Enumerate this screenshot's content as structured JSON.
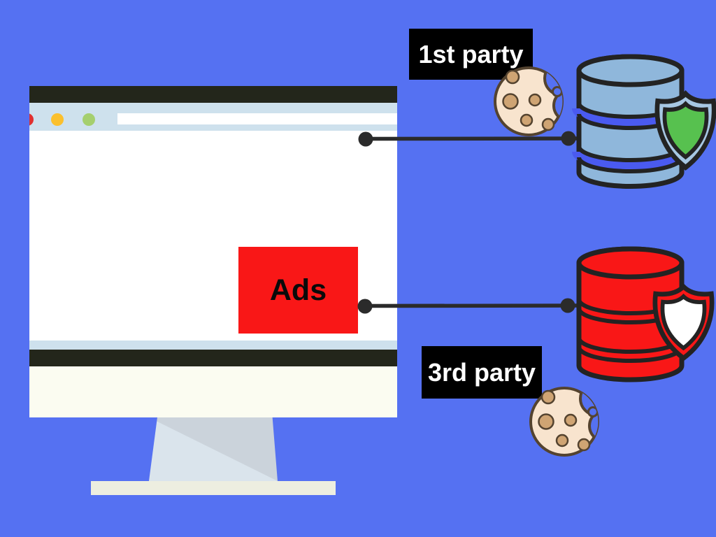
{
  "scene": {
    "description": "Illustration of first-party vs third-party cookies: a desktop monitor with a browser page and an ad banner, connected to a protected first-party database and an unprotected third-party database, each with a bitten cookie",
    "labels": {
      "first_party": "1st party",
      "third_party": "3rd party"
    },
    "monitor": {
      "ads_label": "Ads",
      "traffic_lights": {
        "red": "#E03131",
        "yellow": "#FBC02D",
        "green": "#A5CF6E"
      },
      "url_bar_value": ""
    },
    "icons": [
      "cookie-icon-first-party",
      "cookie-icon-third-party",
      "database-icon-first-party",
      "database-icon-third-party",
      "shield-protected-icon",
      "shield-unprotected-icon",
      "traffic-light-icons",
      "monitor-illustration"
    ],
    "colors": {
      "background": "#5571F2",
      "db_gap_blue": "#4A5AF0",
      "connector": "#2B2B2B",
      "outline_dark": "#232323",
      "label_bg": "#000000",
      "label_text": "#FFFFFF",
      "first_party_db": "#8FB7DB",
      "third_party_db": "#F91717",
      "shield_outer_first": "#A7C7E3",
      "shield_inner_first": "#57C14F",
      "shield_outer_third": "#F91717",
      "shield_inner_third": "#FFFFFF",
      "cookie_fill": "#F8E4CE",
      "cookie_chip": "#CFA473",
      "cookie_outline": "#54432F",
      "ads_bg": "#F91717",
      "ads_text": "#0A0A0A",
      "monitor_bezel_dark": "#23261B",
      "browser_chrome": "#CEE1ED",
      "screen_white": "#FFFFFF",
      "monitor_chin": "#FBFCF1",
      "stand_light": "#DAE4EC",
      "stand_dark": "#CBD3DB",
      "stand_base": "#EDEEE0"
    }
  }
}
